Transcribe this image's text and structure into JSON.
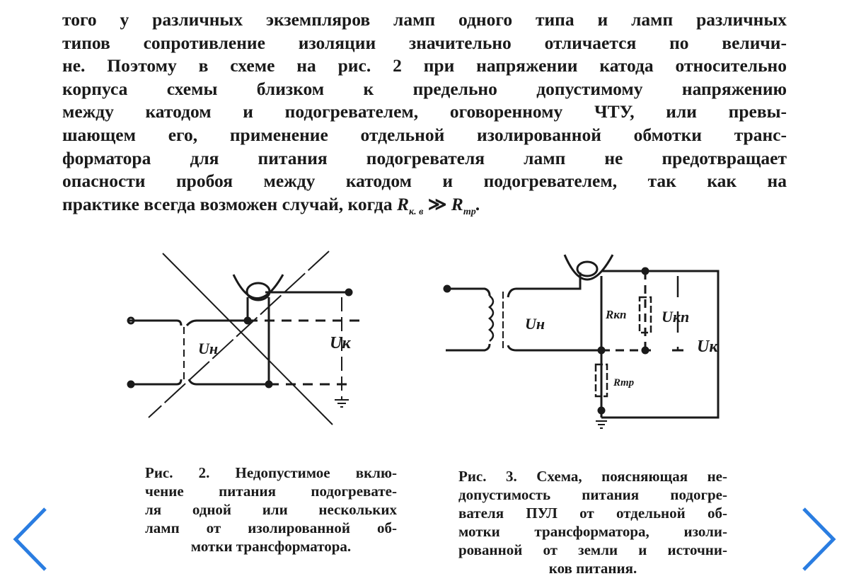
{
  "body_text": {
    "lines": [
      "того у различных экземпляров ламп одного типа и ламп различных",
      "типов сопротивление изоляции значительно отличается по величи-",
      "не. Поэтому в схеме на рис. 2 при напряжении катода относительно",
      "корпуса схемы близком к предельно допустимому напряжению",
      "между катодом и подогревателем, оговоренному ЧТУ, или превы-",
      "шающем его, применение отдельной изолированной обмотки транс-",
      "форматора для питания подогревателя ламп не предотвращает",
      "опасности пробоя между катодом и подогревателем, так как на",
      "практике всегда возможен случай, когда"
    ],
    "formula": {
      "r1": "R",
      "r1_sub": "к. в",
      "op": " ≫ ",
      "r2": "R",
      "r2_sub": "тр",
      "end": "."
    }
  },
  "figure2": {
    "labels": {
      "un": "Uн",
      "uk": "Uк"
    },
    "caption": [
      "Рис. 2. Недопустимое вклю-",
      "чение питания подогревате-",
      "ля одной или нескольких",
      "ламп от изолированной об-",
      "мотки трансформатора."
    ]
  },
  "figure3": {
    "labels": {
      "un": "Uн",
      "rkp": "Rкп",
      "ukp": "Uкп",
      "uk": "Uк",
      "rtr": "Rтр"
    },
    "caption": [
      "Рис. 3. Схема, поясняющая не-",
      "допустимость питания подогре-",
      "вателя ПУЛ от отдельной об-",
      "мотки трансформатора, изоли-",
      "рованной от земли и источни-",
      "ков питания."
    ]
  },
  "nav": {
    "prev_icon": "chevron-left-icon",
    "next_icon": "chevron-right-icon",
    "color": "#2a7de1"
  }
}
